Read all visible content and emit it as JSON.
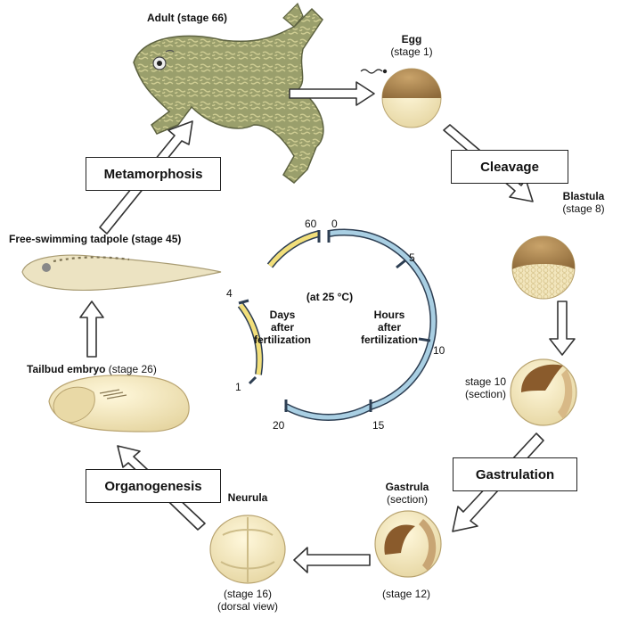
{
  "stages": {
    "adult": {
      "name": "Adult",
      "stage": "(stage 66)"
    },
    "egg": {
      "name": "Egg",
      "stage": "(stage 1)"
    },
    "blastula": {
      "name": "Blastula",
      "stage": "(stage 8)"
    },
    "stage10": {
      "line1": "stage 10",
      "line2": "(section)"
    },
    "gastrula": {
      "name": "Gastrula",
      "line2": "(section)",
      "stage": "(stage 12)"
    },
    "neurula": {
      "name": "Neurula",
      "stage": "(stage 16)",
      "view": "(dorsal view)"
    },
    "tailbud": {
      "name": "Tailbud embryo",
      "stage": "(stage 26)"
    },
    "tadpole": {
      "name": "Free-swimming tadpole",
      "stage": "(stage 45)"
    }
  },
  "processes": {
    "cleavage": "Cleavage",
    "gastrulation": "Gastrulation",
    "organogenesis": "Organogenesis",
    "metamorphosis": "Metamorphosis"
  },
  "clock": {
    "temperature": "(at 25 °C)",
    "hours_ticks": [
      "0",
      "5",
      "10",
      "15",
      "20"
    ],
    "days_ticks": [
      "1",
      "4",
      "60"
    ],
    "hours_label": [
      "Hours",
      "after",
      "fertilization"
    ],
    "days_label": [
      "Days",
      "after",
      "fertilization"
    ],
    "colors": {
      "hours_arc": "#a9cfe3",
      "days_arc": "#f2df7a",
      "outline": "#2d3e52"
    }
  },
  "colors": {
    "frog_skin": "#8f9566",
    "frog_pattern": "#c7c68d",
    "embryo_cream": "#f1e8c4",
    "animal_pole": "#b08a52",
    "arrow_fill": "#ffffff",
    "arrow_stroke": "#333333"
  },
  "icons": {
    "sperm": "sperm-icon",
    "arrows": "process-arrow-icon"
  }
}
